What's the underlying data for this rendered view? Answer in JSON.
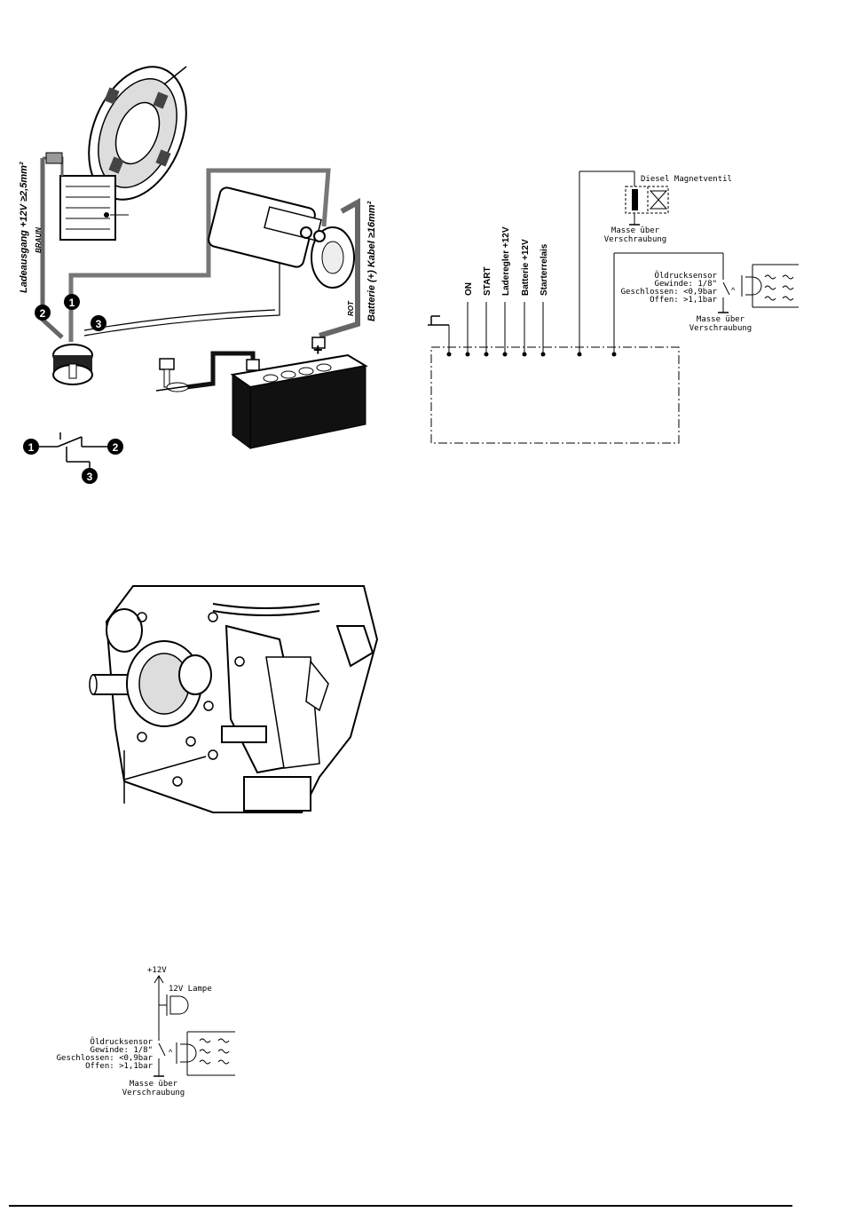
{
  "wiring": {
    "charge_output": "Ladeausgang +12V ≥2,5mm²",
    "braun": "BRAUN",
    "battery_cable": "Batterie (+) Kabel ≥16mm²",
    "rot": "ROT",
    "battery": "Batterie",
    "plus": "+",
    "minus": "-",
    "num1": "1",
    "num2": "2",
    "num3": "3"
  },
  "schematic": {
    "terminals": [
      "ON",
      "START",
      "Laderegler +12V",
      "Batterie +12V",
      "Starterrelais"
    ],
    "valve_label": "Diesel Magnetventil",
    "valve_ground": [
      "Masse über",
      "Verschraubung"
    ],
    "sensor_lines": [
      "Öldrucksensor",
      "Gewinde: 1/8\"",
      "Geschlossen: <0,9bar",
      "Offen: >1,1bar"
    ],
    "sensor_ground": [
      "Masse über",
      "Verschraubung"
    ]
  },
  "lamp_circuit": {
    "supply": "+12V",
    "lamp": "12V Lampe",
    "sensor_lines": [
      "Öldrucksensor",
      "Gewinde: 1/8\"",
      "Geschlossen: <0,9bar",
      "Offen: >1,1bar"
    ],
    "ground": [
      "Masse über",
      "Verschraubung"
    ]
  },
  "colors": {
    "line": "#000000",
    "cable": "#777777",
    "body": "#ffffff"
  }
}
